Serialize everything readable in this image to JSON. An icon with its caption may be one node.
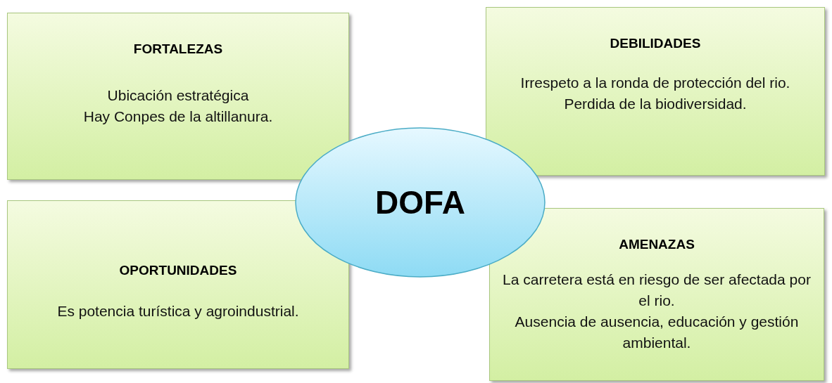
{
  "diagram": {
    "nodes": [
      {
        "text": [
          "FORTALEZAS",
          "Ubicación estratégica",
          "Hay Conpes de la altillanura."
        ]
      },
      {
        "text": [
          "DEBILIDADES",
          "Irrespeto a la ronda de protección del rio.",
          "Perdida de la biodiversidad."
        ]
      },
      {
        "text": [
          "DOFA"
        ]
      },
      {
        "text": [
          "OPORTUNIDADES",
          "Es potencia turística y agroindustrial."
        ]
      },
      {
        "text": [
          "AMENAZAS",
          "La carretera está en riesgo de ser afectada por el rio.",
          "Ausencia de ausencia, educación y gestión ambiental."
        ]
      }
    ]
  }
}
